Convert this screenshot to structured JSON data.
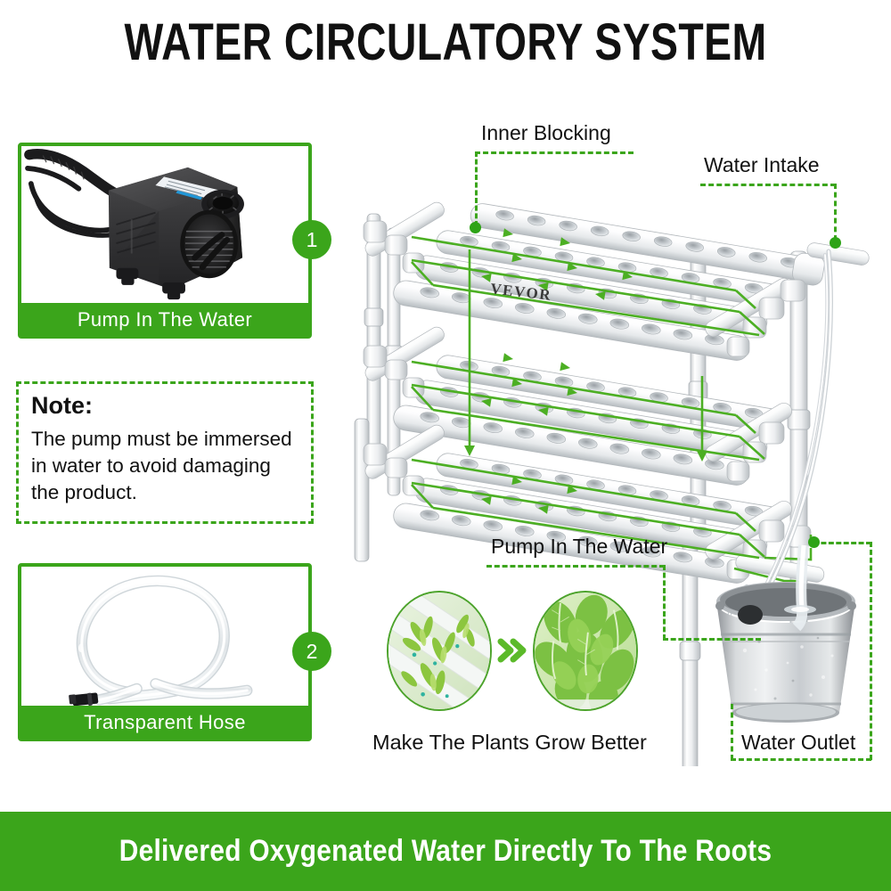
{
  "header": {
    "title": "WATER CIRCULATORY SYSTEM"
  },
  "panels": [
    {
      "id": "pump",
      "caption": "Pump In The Water",
      "badge": "1",
      "image_alt": "black submersible water pump with power cord"
    },
    {
      "id": "hose",
      "caption": "Transparent  Hose",
      "badge": "2",
      "image_alt": "coiled clear transparent hose with black connector tip"
    }
  ],
  "note": {
    "title": "Note:",
    "body": "The pump must be immersed in water to avoid damaging the product."
  },
  "diagram": {
    "brand": "VEVOR",
    "callouts": [
      {
        "id": "inner-blocking",
        "label": "Inner Blocking"
      },
      {
        "id": "water-intake",
        "label": "Water Intake"
      },
      {
        "id": "pump-in-the-water",
        "label": "Pump In The Water"
      },
      {
        "id": "water-outlet",
        "label": "Water Outlet"
      }
    ]
  },
  "growth": {
    "caption": "Make The Plants Grow Better",
    "left_image_alt": "young seedlings growing in hydroponic pipes",
    "right_image_alt": "mature lettuce leaves",
    "arrow": "double-chevron-right"
  },
  "banner": {
    "text": "Delivered Oxygenated Water Directly To The Roots"
  },
  "colors": {
    "green": "#3BA51B",
    "dot_green": "#2EA317",
    "text": "#111111",
    "white": "#ffffff"
  }
}
